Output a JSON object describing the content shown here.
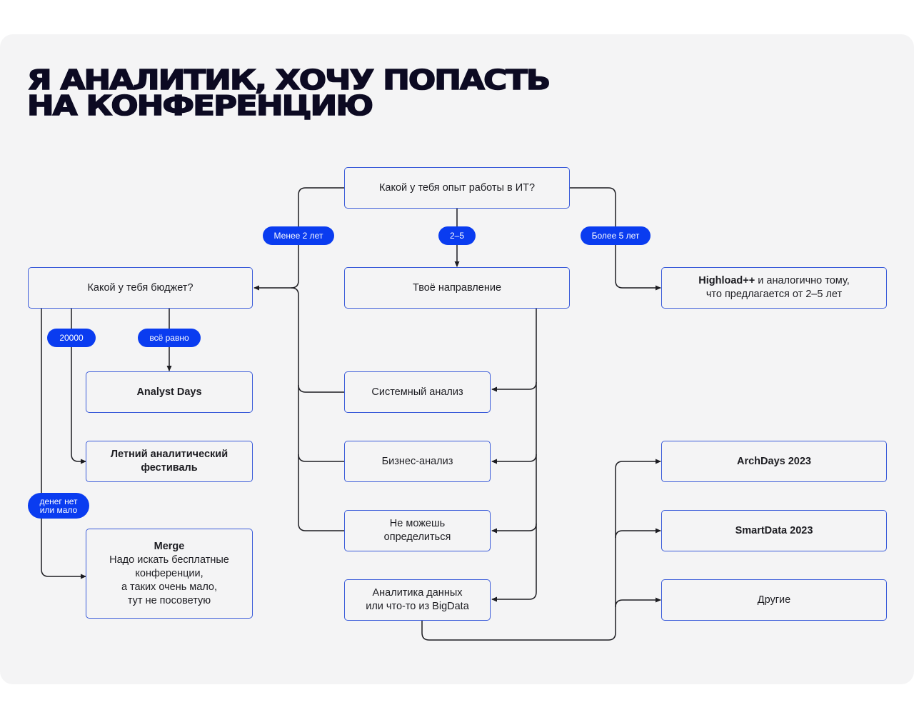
{
  "title": {
    "line1": "Я аналитик, хочу попасть",
    "line2": "на конференцию"
  },
  "colors": {
    "card_bg": "#f4f4f5",
    "node_border": "#3a5bd9",
    "pill_bg": "#0a3cf0",
    "wire": "#1d1d22",
    "title": "#0c0a22"
  },
  "nodes": {
    "experience": "Какой у тебя опыт работы в ИТ?",
    "budget": "Какой у тебя бюджет?",
    "direction": "Твоё направление",
    "highload": {
      "bold": "Highload++",
      "rest": " и аналогично тому,",
      "line2": "что предлагается от 2–5 лет"
    },
    "analyst_days": "Analyst Days",
    "summer_fest": {
      "line1": "Летний аналитический",
      "line2": "фестиваль"
    },
    "merge": {
      "bold": "Merge",
      "line1": "Надо искать бесплатные",
      "line2": "конференции,",
      "line3": "а таких очень мало,",
      "line4": "тут не посоветую"
    },
    "system_analysis": "Системный анализ",
    "business_analysis": "Бизнес-анализ",
    "undecided": {
      "line1": "Не можешь",
      "line2": "определиться"
    },
    "data_analytics": {
      "line1": "Аналитика данных",
      "line2": "или что-то из BigData"
    },
    "archdays": "ArchDays 2023",
    "smartdata": "SmartData 2023",
    "others": "Другие"
  },
  "pills": {
    "less_2": "Менее 2 лет",
    "two_five": "2–5",
    "more_5": "Более 5 лет",
    "budget_20000": "20000",
    "budget_any": "всё равно",
    "no_money": {
      "line1": "денег нет",
      "line2": "или мало"
    }
  }
}
